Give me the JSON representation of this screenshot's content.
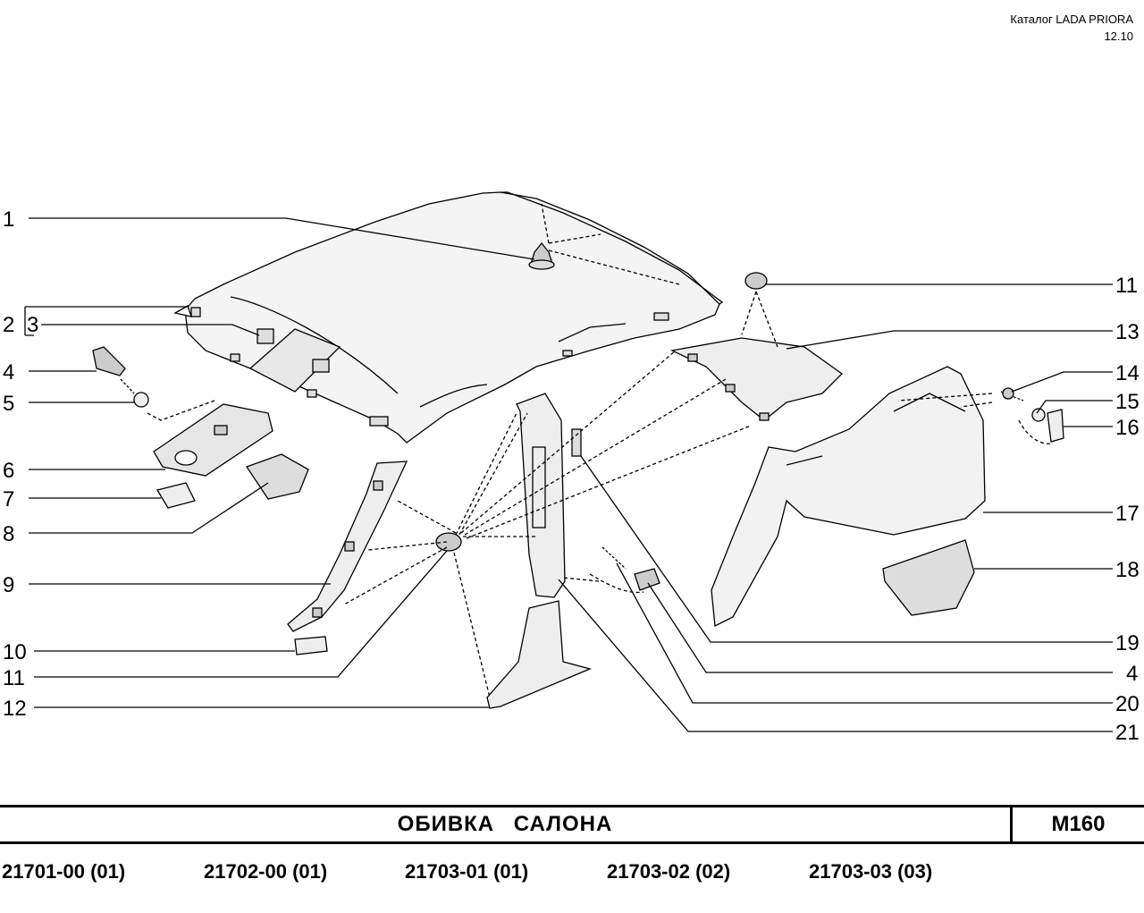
{
  "header": {
    "catalog": "Каталог  LADA  PRIORA",
    "date": "12.10"
  },
  "callouts": [
    "1",
    "2",
    "3",
    "4",
    "5",
    "6",
    "7",
    "8",
    "9",
    "10",
    "11",
    "12",
    "11",
    "13",
    "14",
    "15",
    "16",
    "17",
    "18",
    "19",
    "4",
    "20",
    "21"
  ],
  "footer": {
    "title": "ОБИВКА  САЛОНА",
    "code": "М160"
  },
  "models": [
    "21701-00 (01)",
    "21702-00 (01)",
    "21703-01 (01)",
    "21703-02 (02)",
    "21703-03 (03)"
  ]
}
